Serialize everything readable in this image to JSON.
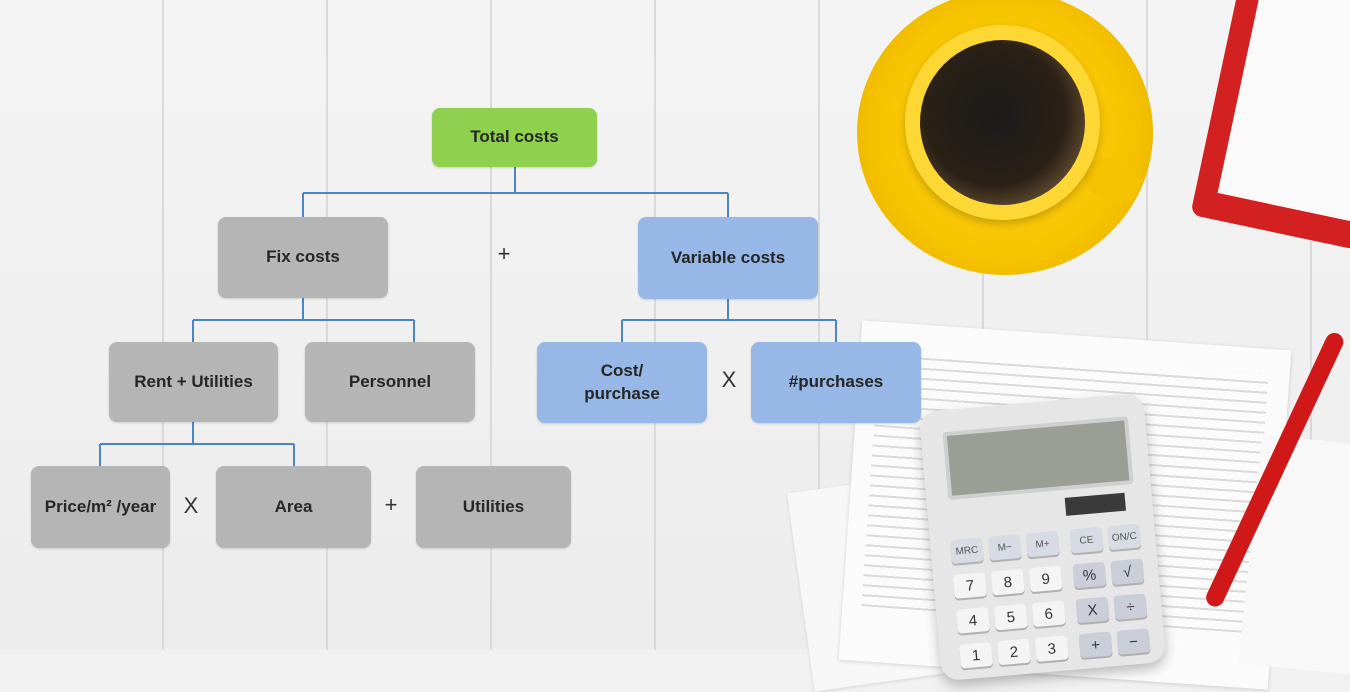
{
  "diagram": {
    "nodes": {
      "total": "Total costs",
      "fix": "Fix costs",
      "variable": "Variable costs",
      "rent": "Rent + Utilities",
      "personnel": "Personnel",
      "cost_purchase": "Cost/ purchase",
      "purchases": "#purchases",
      "price": "Price/m² /year",
      "area": "Area",
      "utilities": "Utilities"
    },
    "operators": {
      "fix_plus_variable": "+",
      "cost_times_purchases": "X",
      "price_times_area": "X",
      "area_plus_utilities": "+"
    },
    "colors": {
      "root": "#8fd14f",
      "fix_branch": "#b5b5b5",
      "variable_branch": "#97b8e6",
      "connector": "#4a86c5"
    }
  },
  "calculator": {
    "keys_row1": [
      "MRC",
      "M−",
      "M+",
      "CE",
      "ON/C"
    ],
    "keys_row2": [
      "7",
      "8",
      "9",
      "%",
      "√"
    ],
    "keys_row3": [
      "4",
      "5",
      "6",
      "X",
      "÷"
    ],
    "keys_row4": [
      "1",
      "2",
      "3",
      "+",
      "−"
    ]
  }
}
